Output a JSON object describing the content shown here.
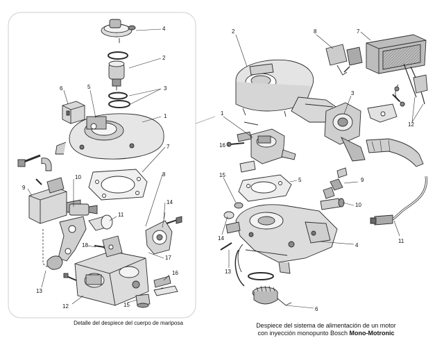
{
  "left_panel": {
    "caption": "Detalle del despiece del cuerpo de mariposa",
    "labels": [
      "1",
      "2",
      "3",
      "4",
      "5",
      "6",
      "7",
      "8",
      "9",
      "10",
      "11",
      "12",
      "13",
      "14",
      "15",
      "16",
      "17",
      "18"
    ]
  },
  "right_panel": {
    "caption_line1": "Despiece del sistema de alimentación de un motor",
    "caption_line2_prefix": "con inyección monopunto Bosch ",
    "caption_line2_bold": "Mono-Motronic",
    "labels": [
      "1",
      "2",
      "3",
      "4",
      "5",
      "6",
      "7",
      "8",
      "9",
      "10",
      "11",
      "12",
      "13",
      "14",
      "15",
      "16"
    ]
  },
  "colors": {
    "line": "#2a2a2a",
    "shade": "#9a9a9a",
    "frame": "#cfcfcf"
  }
}
